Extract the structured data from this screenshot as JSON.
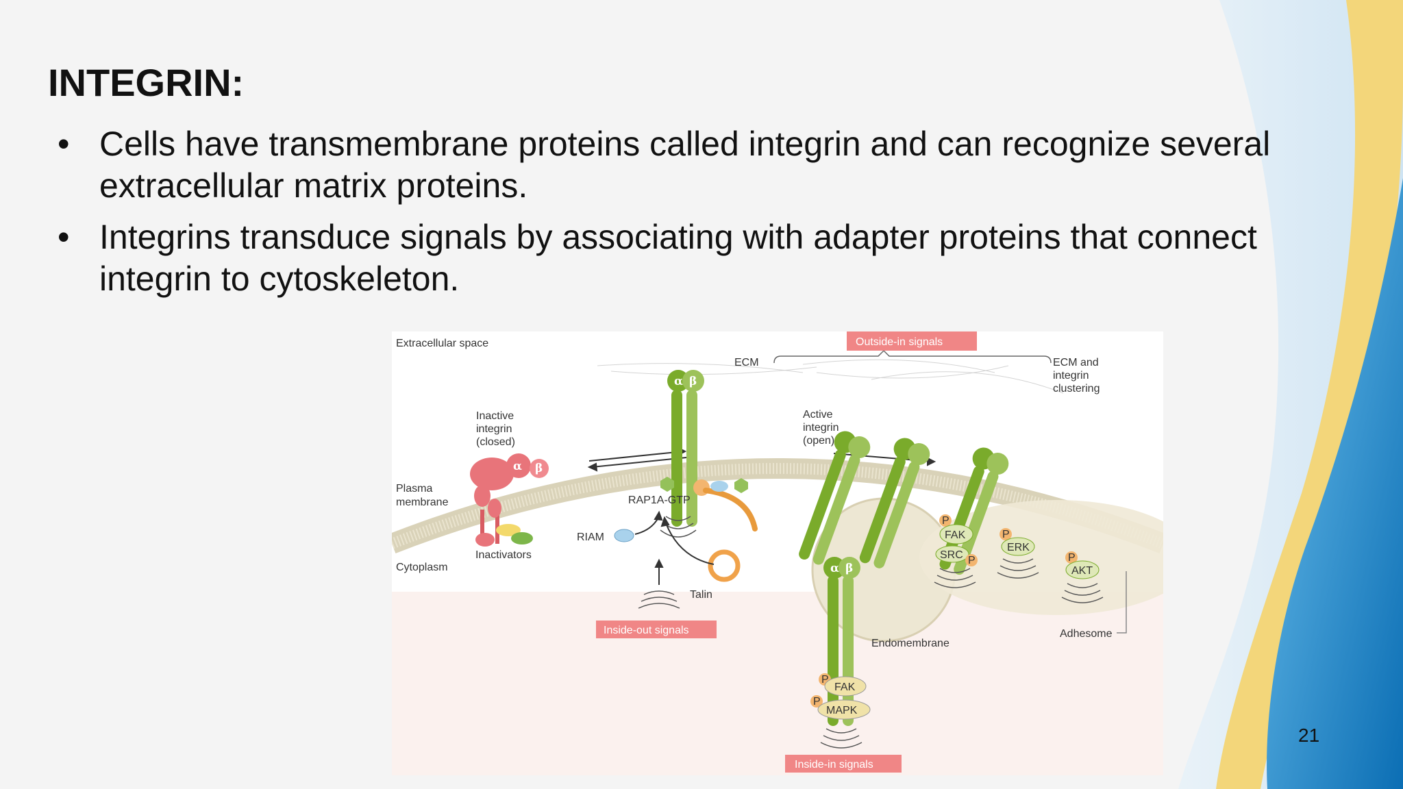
{
  "slide": {
    "title": "INTEGRIN:",
    "bullets": [
      {
        "marker": "•",
        "text": "Cells have transmembrane proteins called integrin and can recognize several extracellular matrix proteins."
      },
      {
        "marker": "•",
        "text": " Integrins transduce signals by associating with adapter proteins that connect integrin to cytoskeleton."
      }
    ],
    "page_number": "21"
  },
  "figure": {
    "labels": {
      "extracellular_space": "Extracellular space",
      "plasma_membrane": [
        "Plasma",
        "membrane"
      ],
      "cytoplasm": "Cytoplasm",
      "ecm": "ECM",
      "ecm_clustering": [
        "ECM and",
        "integrin",
        "clustering"
      ],
      "inactive_integrin": [
        "Inactive",
        "integrin",
        "(closed)"
      ],
      "active_integrin": [
        "Active",
        "integrin",
        "(open)"
      ],
      "inactivators": "Inactivators",
      "rap1a": "RAP1A-GTP",
      "riam": "RIAM",
      "talin": "Talin",
      "endomembrane": "Endomembrane",
      "adhesome": "Adhesome",
      "alpha": "α",
      "beta": "β",
      "phospho": "P",
      "fak": "FAK",
      "src": "SRC",
      "erk": "ERK",
      "akt": "AKT",
      "mapk": "MAPK"
    },
    "signal_boxes": {
      "outside_in": "Outside-in signals",
      "inside_out": "Inside-out signals",
      "inside_in": "Inside-in signals"
    }
  },
  "colors": {
    "integrin_green": "#7aab2b",
    "integrin_light_green": "#9dc25a",
    "inactive_red": "#e8747a",
    "signal_box": "#f08686",
    "membrane": "#d9d2b8",
    "deco_blue": "#1f8fd0",
    "deco_yellow": "#f3d67a"
  }
}
